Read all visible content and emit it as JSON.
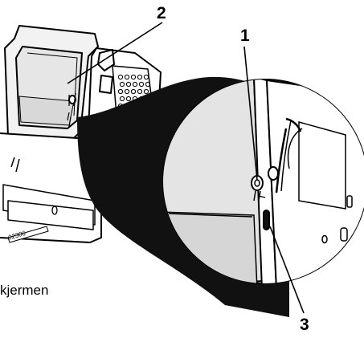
{
  "callouts": {
    "one": "1",
    "two": "2",
    "three": "3"
  },
  "figure_code": "02306",
  "caption_fragment": "kjermen",
  "colors": {
    "line": "#000000",
    "fill_light": "#e6e6e6",
    "fill_mid": "#d2d2d2",
    "wedge": "#111111",
    "background": "#ffffff"
  },
  "icons": [
    "bread-pan-illustration",
    "hinge-pin-detail",
    "magnifier-wedge"
  ]
}
